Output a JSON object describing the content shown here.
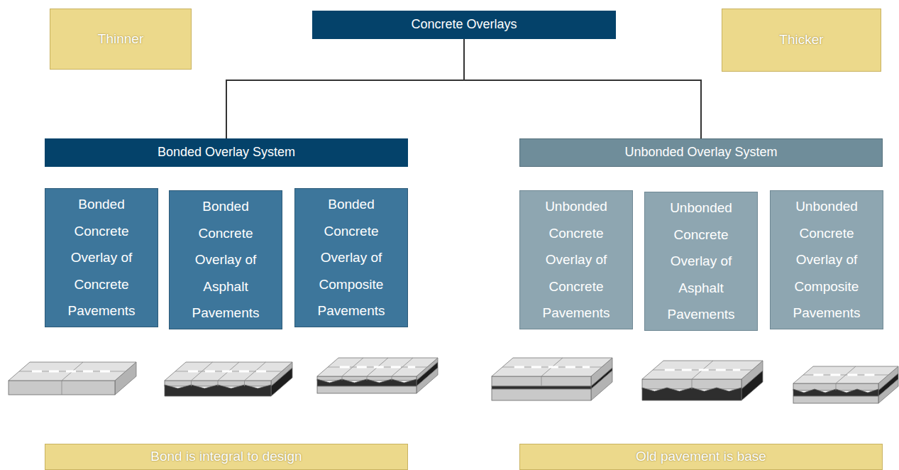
{
  "diagram": {
    "nodes": [
      {
        "text": [
          "Thinner"
        ]
      },
      {
        "text": [
          "Concrete Overlays"
        ]
      },
      {
        "text": [
          "Thicker"
        ]
      },
      {
        "text": [
          "Bonded Overlay System"
        ]
      },
      {
        "text": [
          "Unbonded Overlay System"
        ]
      },
      {
        "text": [
          "Bonded Concrete Overlay of Concrete Pavements"
        ]
      },
      {
        "text": [
          "Bonded Concrete Overlay of Asphalt Pavements"
        ]
      },
      {
        "text": [
          "Bonded Concrete Overlay of Composite Pavements"
        ]
      },
      {
        "text": [
          "Unbonded Concrete Overlay of Concrete Pavements"
        ]
      },
      {
        "text": [
          "Unbonded Concrete Overlay of Asphalt Pavements"
        ]
      },
      {
        "text": [
          "Unbonded Concrete Overlay of Composite Pavements"
        ]
      },
      {
        "text": [
          "Bond is integral to design"
        ]
      },
      {
        "text": [
          "Old pavement is base"
        ]
      }
    ],
    "edges": [
      {
        "from": 1,
        "to": 3,
        "arrow": "none"
      },
      {
        "from": 1,
        "to": 4,
        "arrow": "none"
      }
    ]
  }
}
